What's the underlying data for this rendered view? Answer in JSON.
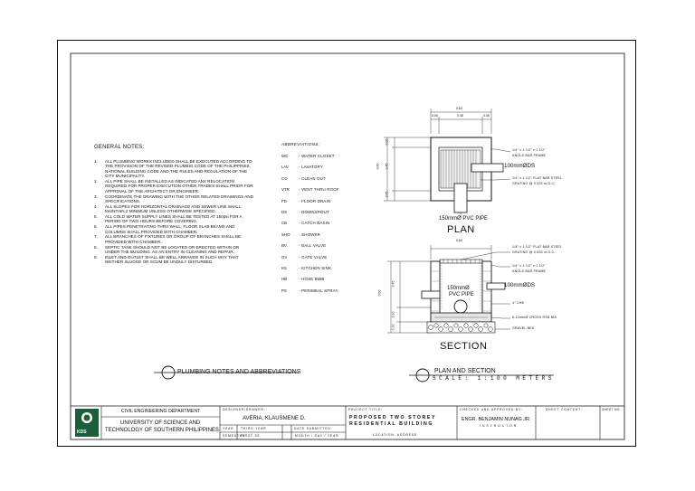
{
  "general_notes": {
    "title": "GENERAL NOTES:",
    "items": [
      {
        "num": "1.",
        "text": "ALL PLUMBING WORKS INCLUDED SHALL BE EXECUTED ACCORDING TO THE PROVISION OF THE REVISED PLUMBIG CODE OF THE PHILIPPINES, NATIONAL BUILDING CODE AND THE RULES AND REGULATION OF THE CITY MUNICIPALITY."
      },
      {
        "num": "2.",
        "text": "ALL PIPE SHALL BE INSTALLED AS INDICATED ANY RELOCATION REQUIRED FOR PROPER EXECUTION OTHER TRADES SHALL PRIOR FOR APPROVAL OF THE ARCHITECT OR ENGINEER."
      },
      {
        "num": "3.",
        "text": "COORDINATE THE DRAWING WITH THE OTHER RELATED DRAWINGS AND SPECIFICATIONS."
      },
      {
        "num": "4.",
        "text": "ALL SLOPES FOR HORIZONTAL DRAINAGE AND SEWER LINE SHALL MAINTAIN 2 MINIMUM UNLESS OTHERWISE SPECIFIED."
      },
      {
        "num": "5.",
        "text": "ALL COLD WATER SUPPLY LINES SHALL BE TESTED AT 150psi FOR A PERIOD OF TWO HOURS BEFORE COVERING."
      },
      {
        "num": "6.",
        "text": "ALL PIPES PENETRATING THRU WALL, FLOOR SLAB BEAMS AND COLUMNS SHALL PROVIDED WITH CHAMBER."
      },
      {
        "num": "7.",
        "text": "ALL BRANCHES OF FIXTURES OR GROUP OF BRANCHES SHALL BE PROVIDED WITH CHAMBER."
      },
      {
        "num": "8.",
        "text": "SEPTIC TANK SHOULD NOT BE LOCATED OR ERECTED WITHIN OR UNDER THE BUILDING. AS AN ENTRY IN CLEANING AND REPAIR."
      },
      {
        "num": "9.",
        "text": "INLET AND OUTLET SHALL BE WELL ARRANGE IN SUCH WAY THAT NEITHER SLUDGE OR SCUM BE UNDULY DISTURBED."
      }
    ]
  },
  "abbreviations": {
    "title": "ABBREVIATIONS:",
    "items": [
      {
        "code": "WC",
        "desc": "- WATER CLOSET"
      },
      {
        "code": "LAV",
        "desc": "- LAVATORY"
      },
      {
        "code": "CO",
        "desc": "- CLEAN OUT"
      },
      {
        "code": "VTR",
        "desc": "- VENT THRU ROOF"
      },
      {
        "code": "FD",
        "desc": "- FLOOR DRAIN"
      },
      {
        "code": "DS",
        "desc": "- DOWNSPOUT"
      },
      {
        "code": "CB",
        "desc": "- CATCH BASIN"
      },
      {
        "code": "SHO",
        "desc": "- SHOWER"
      },
      {
        "code": "BV",
        "desc": "- BALL VALVE"
      },
      {
        "code": "GV",
        "desc": "- GATE VALVE"
      },
      {
        "code": "KS",
        "desc": "- KITCHEN SINK"
      },
      {
        "code": "HB",
        "desc": "- HOSE BIBB"
      },
      {
        "code": "PS",
        "desc": "- PERIMEAL SPRAY"
      }
    ]
  },
  "drawing_labels": {
    "plumbing_notes": "PLUMBING NOTES AND ABBREVIATIONS",
    "plan_and_section": "PLAN AND SECTION",
    "scale": "SCALE: 1:100 METERS",
    "plan": "PLAN",
    "section": "SECTION"
  },
  "plan": {
    "dim_top_overall": "0.60",
    "dim_top_left": "0.05",
    "dim_top_mid": "0.45",
    "dim_top_right": "0.05",
    "dim_side_overall": "0.60",
    "dim_side_mid": "0.45",
    "dim_side_a": "0.05",
    "dim_side_b": "0.05",
    "note_angle_bar": "1/4\" x 1 1/2\" x 1 1/2\"",
    "note_angle_bar_2": "ANGLE BAR FRAME",
    "note_flat_bar": "1/4\" x 1 1/2\" FLAT BAR STEEL",
    "note_flat_bar_2": "GRATING @ 0.025 m.O.C.",
    "pipe_ds": "100mmØDS",
    "pipe_pvc": "150mmØ PVC PIPE"
  },
  "section": {
    "dim_top": "0.60",
    "dim_side_overall": "0.60",
    "dim_side_a": "0.45",
    "dim_side_b": "0.10",
    "dim_side_c": "0.10",
    "note_flat_bar": "1/4\" x 1 1/2\" FLAT BAR STEEL",
    "note_flat_bar_2": "GRATING @ 0.025 m.O.C.",
    "note_angle_bar": "1/4\" x 1 1/2\" x 1 1/2\"",
    "note_angle_bar_2": "ANGLE BAR FRAME",
    "pipe_ds": "100mmØDS",
    "note_chb": "4\" CHB",
    "note_rsb": "6-12mmØ CROSS RSB BIA",
    "note_gravel": "GRAVEL BED",
    "pipe_pvc_1": "150mmØ",
    "pipe_pvc_2": "PVC PIPE"
  },
  "title_block": {
    "logo_text": "KDS",
    "department": "CIVIL ENGINEERING DEPARTMENT",
    "university_1": "UNIVERSITY OF SCIENCE AND",
    "university_2": "TECHNOLOGY OF SOUTHERN PHILIPPINES",
    "designer_label": "DESIGNER/DRAWER:",
    "designer": "AVERIA, KLAUSMENE D.",
    "year_label": "YEAR",
    "year_value": "THIRD YEAR",
    "semester_label": "SEMESTER",
    "semester_value": "FIRST  SE",
    "date_label": "DATE SUBMITTED",
    "date_value": "MONTH / DAY / YEAR",
    "project_label": "PROJECT TITLE:",
    "project_1": "PROPOSED TWO STOREY",
    "project_2": "RESIDENTIAL BUILDING",
    "location": "LOCATION: ADDRESS",
    "checked_label": "CHECKED AND APPROVED BY:",
    "instructor": "ENGR. BENJAMIN NUNAG JR.",
    "instructor_role": "INSTRUCTOR",
    "sheet_label": "SHEET CONTENT:",
    "sheet_no_label": "SHEET NO."
  }
}
